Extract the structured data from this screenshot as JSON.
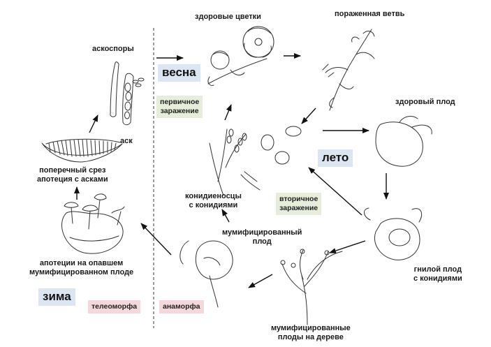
{
  "labels": {
    "ascospores": "аскоспоры",
    "healthy_flowers": "здоровые цветки",
    "infected_branch": "пораженная ветвь",
    "ascus": "аск",
    "primary_infection": "первичное\nзаражение",
    "healthy_fruit": "здоровый плод",
    "apothecium_section": "поперечный срез\nапотеция с асками",
    "conidiophores": "конидиеносцы\nс конидиями",
    "secondary_infection": "вторичное\nзаражение",
    "mummified_fruit": "мумифицированный\nплод",
    "apothecia_on_fruit": "апотеции на опавшем\nмумифицированном плоде",
    "rotten_fruit": "гнилой плод\nс конидиями",
    "mummified_on_tree": "мумифицированные\nплоды на дереве"
  },
  "seasons": {
    "spring": "весна",
    "summer": "лето",
    "winter": "зима"
  },
  "stages": {
    "teleomorph": "телеоморфа",
    "anamorph": "анаморфа"
  },
  "colors": {
    "season_bg": "#dbe6f2",
    "infection_bg": "#e6eedb",
    "stage_bg": "#f3d9dc"
  }
}
